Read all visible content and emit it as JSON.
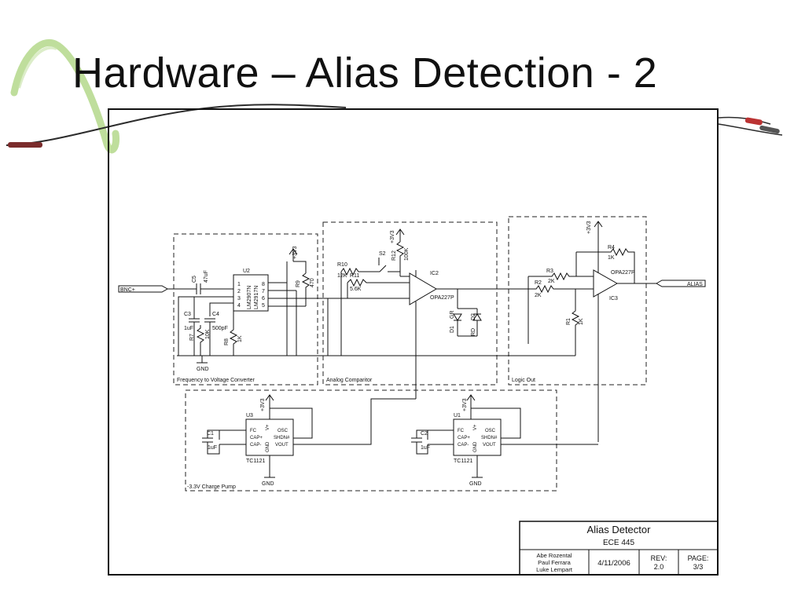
{
  "slide": {
    "title": "Hardware – Alias Detection - 2"
  },
  "blocks": {
    "f2v": "Frequency to Voltage Converter",
    "comparator": "Analog Comparitor",
    "logic": "Logic Out",
    "pump": "-3.3V Charge Pump"
  },
  "nets": {
    "input": "BNC+",
    "output": "ALIAS",
    "gnd": "GND",
    "v33": "+3V3"
  },
  "parts": {
    "u2": "U2",
    "u2_name": "LM2907N",
    "u2_alt": "LM2917N",
    "u2_pins": [
      "1",
      "2",
      "3",
      "4"
    ],
    "u2_rpins": [
      "8",
      "7",
      "6",
      "5"
    ],
    "c5": "C5",
    "c5_val": "47uF",
    "c3": "C3",
    "c3_val": "1uF",
    "c4": "C4",
    "c4_val": "500pF",
    "r7": "R7",
    "r7_val": "10K",
    "r8": "R8",
    "r8_val": "1K",
    "r9": "R9",
    "r9_val": "470",
    "r10": "R10",
    "r10_val": "12K",
    "r11": "R11",
    "r11_val": "5.6K",
    "r12": "R12",
    "r12_val": "100K",
    "s2": "S2",
    "ic2": "IC2",
    "ic2_name": "OPA227P",
    "d1": "D1",
    "d1_val": "GR",
    "d2": "D2",
    "d2_val": "RD",
    "r1": "R1",
    "r1_val": "1K",
    "r2": "R2",
    "r2_val": "2K",
    "r3": "R3",
    "r3_val": "2K",
    "r4": "R4",
    "r4_val": "1K",
    "ic3": "IC3",
    "ic3_name": "OPA227P",
    "u3": "U3",
    "u1": "U1",
    "tc": "TC1121",
    "tc_left": [
      "FC",
      "CAP+",
      "CAP-"
    ],
    "tc_right": [
      "OSC",
      "SHDN#",
      "VOUT"
    ],
    "tc_gnd": "GND",
    "tc_vp": "V+",
    "c1": "C1",
    "c1_val": "1uF",
    "c2": "C2",
    "c2_val": "1uF"
  },
  "title_block": {
    "title": "Alias Detector",
    "course": "ECE 445",
    "authors": [
      "Abe Rozental",
      "Paul Ferrara",
      "Luke Lempart"
    ],
    "date": "4/11/2006",
    "rev_label": "REV:",
    "rev": "2.0",
    "page_label": "PAGE:",
    "page": "3/3"
  }
}
